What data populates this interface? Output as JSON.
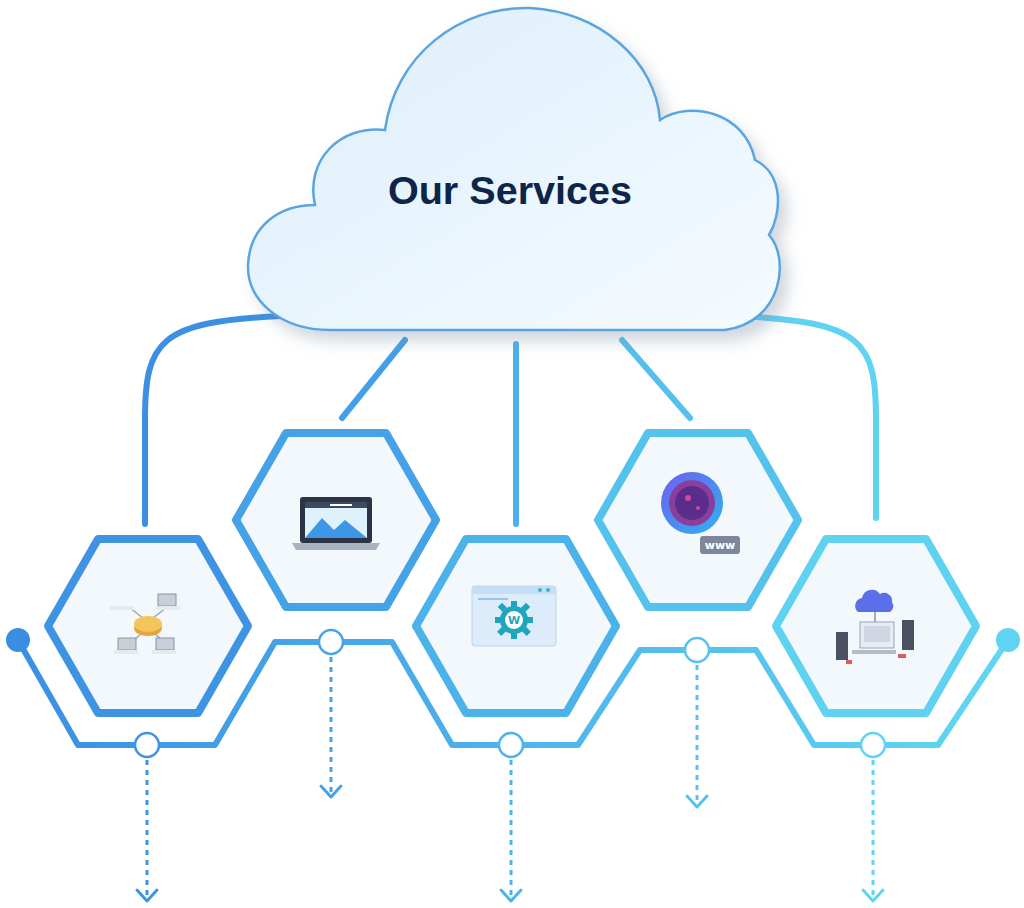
{
  "diagram": {
    "nodes": [
      {
        "text": [
          "Our Services"
        ]
      }
    ],
    "labels": [
      "www",
      "W"
    ]
  }
}
